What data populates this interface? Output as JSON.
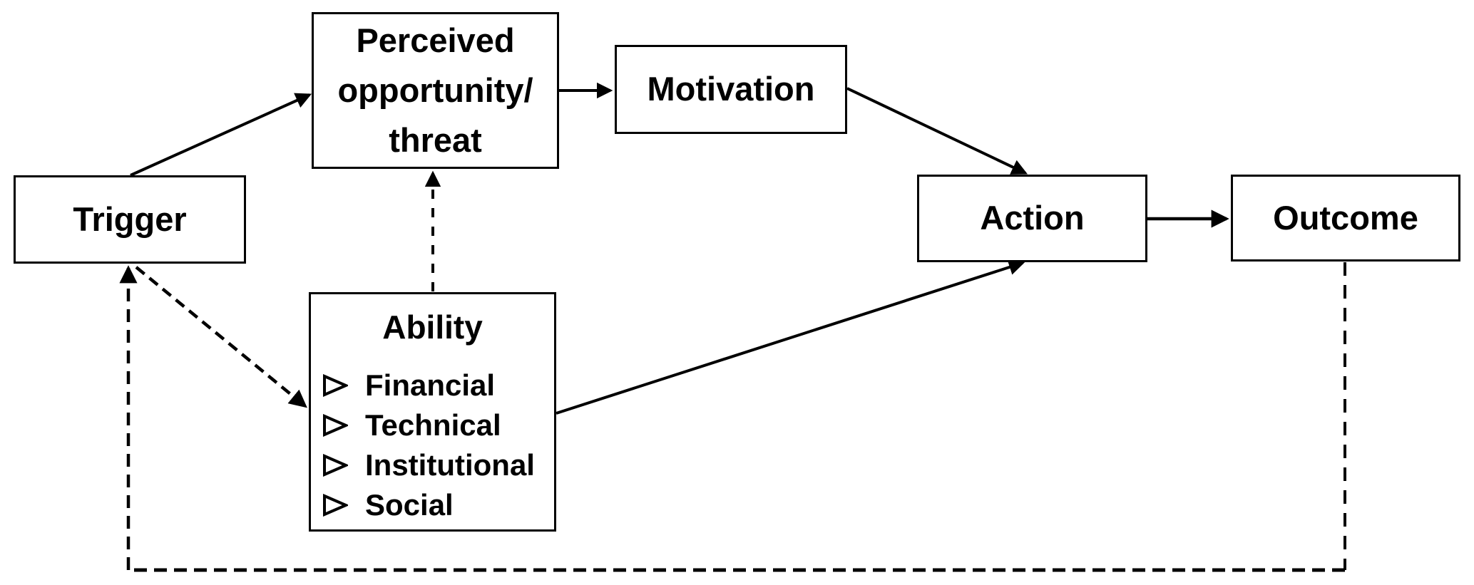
{
  "diagram": {
    "background_color": "#ffffff",
    "line_color": "#000000",
    "text_color": "#000000",
    "nodes": [
      {
        "id": "trigger",
        "label": "Trigger"
      },
      {
        "id": "perceived",
        "label": "Perceived opportunity/ threat"
      },
      {
        "id": "motivation",
        "label": "Motivation"
      },
      {
        "id": "action",
        "label": "Action"
      },
      {
        "id": "outcome",
        "label": "Outcome"
      },
      {
        "id": "ability",
        "label": "Ability",
        "bullet_icon": "arrow-bullet-icon",
        "items": [
          "Financial",
          "Technical",
          "Institutional",
          "Social"
        ]
      }
    ],
    "edges": [
      {
        "from": "Trigger",
        "to": "Perceived opportunity/ threat",
        "style": "solid",
        "arrowhead": true
      },
      {
        "from": "Perceived opportunity/ threat",
        "to": "Motivation",
        "style": "solid",
        "arrowhead": true
      },
      {
        "from": "Motivation",
        "to": "Action",
        "style": "solid",
        "arrowhead": true
      },
      {
        "from": "Action",
        "to": "Outcome",
        "style": "solid",
        "arrowhead": true
      },
      {
        "from": "Ability",
        "to": "Action",
        "style": "solid",
        "arrowhead": true
      },
      {
        "from": "Ability",
        "to": "Perceived opportunity/ threat",
        "style": "dashed",
        "arrowhead": true
      },
      {
        "from": "Trigger",
        "to": "Ability",
        "style": "dashed",
        "arrowhead": true
      },
      {
        "from": "Outcome",
        "to": "Trigger",
        "style": "dashed",
        "arrowhead": true,
        "route": "feedback-loop-bottom"
      }
    ]
  }
}
